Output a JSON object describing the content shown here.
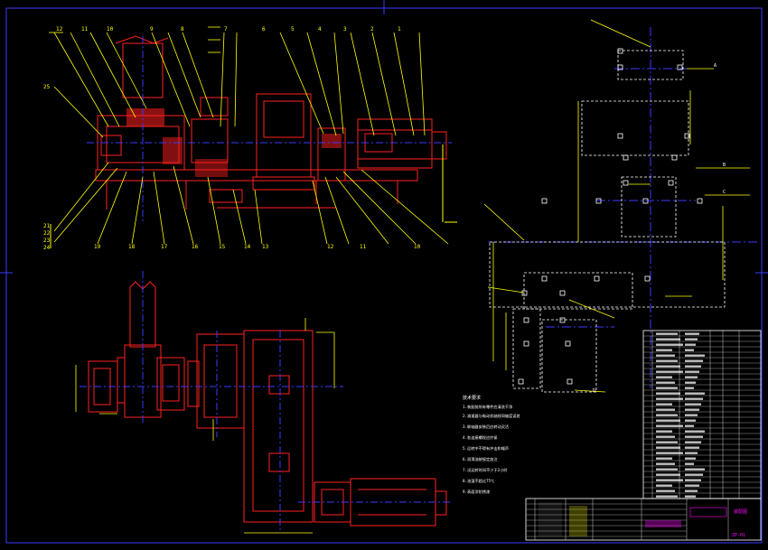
{
  "drawing": {
    "background": "#000000",
    "colors": {
      "frame": "#3a3aff",
      "outline": "#ff2020",
      "centerline": "#3a3aff",
      "leader": "#ffff00",
      "detail": "#ffffff",
      "magenta": "#ff00ff",
      "green": "#00ff00",
      "cyan": "#00ffff"
    },
    "balloons_top": [
      "12",
      "11",
      "10",
      "9",
      "8",
      "7",
      "6",
      "5",
      "4",
      "3",
      "2",
      "1"
    ],
    "balloons_bottom": [
      "19",
      "18",
      "17",
      "16",
      "15",
      "14",
      "13",
      "12",
      "11",
      "10"
    ],
    "balloons_left": [
      "21",
      "22",
      "23",
      "24",
      "25"
    ],
    "plan_labels": [
      "A",
      "B",
      "C",
      "D"
    ],
    "notes_title": "技术要求",
    "notes_lines": [
      "1.装配前所有零件应清洗干净",
      "2.减速器与电动机轴线同轴度误差",
      "3.联轴器安装后应转动灵活",
      "4.各连接螺栓应拧紧",
      "5.运转中不得有冲击和噪声",
      "6.润滑油按规定加注",
      "7.试运转时间不少于2小时",
      "8.油温不超过75℃",
      "9.表面涂防锈漆"
    ],
    "title_block": {
      "drawing_name": "装配图",
      "drawing_no": "ZP-01"
    }
  }
}
